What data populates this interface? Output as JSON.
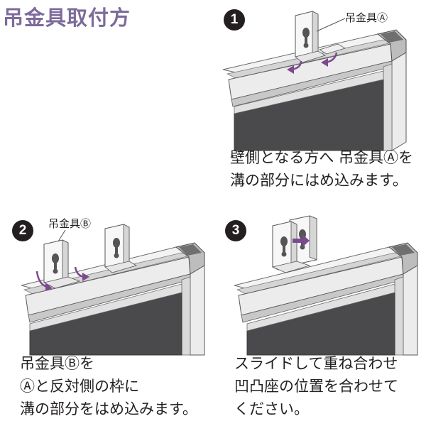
{
  "title": "吊金具取付方",
  "steps": [
    {
      "number": "1",
      "callout": "吊金具Ⓐ",
      "caption": [
        "壁側となる方へ 吊金具Ⓐを",
        "溝の部分にはめ込みます。"
      ]
    },
    {
      "number": "2",
      "callout": "吊金具Ⓑ",
      "caption": [
        "吊金具Ⓑを",
        "Ⓐと反対側の枠に",
        "溝の部分をはめ込みます。"
      ]
    },
    {
      "number": "3",
      "callout": "",
      "caption": [
        "スライドして重ね合わせ",
        "凹凸座の位置を合わせて",
        "ください。"
      ]
    }
  ],
  "colors": {
    "title": "#7d6b9b",
    "arrow": "#7b4a8e",
    "board": "#4a4a4c",
    "frame_light": "#f2f2f2",
    "frame_shade": "#c9c9c9",
    "outline": "#5a5a5a"
  }
}
